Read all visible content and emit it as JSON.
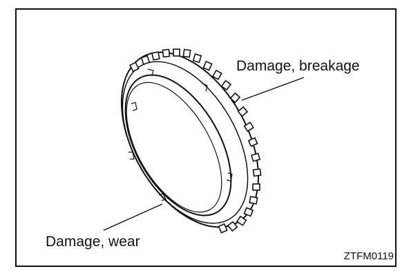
{
  "labels": {
    "damage_breakage": "Damage, breakage",
    "damage_wear": "Damage, wear"
  },
  "figure_code": "ZTFM0119",
  "colors": {
    "line": "#111111",
    "background": "#ffffff"
  }
}
